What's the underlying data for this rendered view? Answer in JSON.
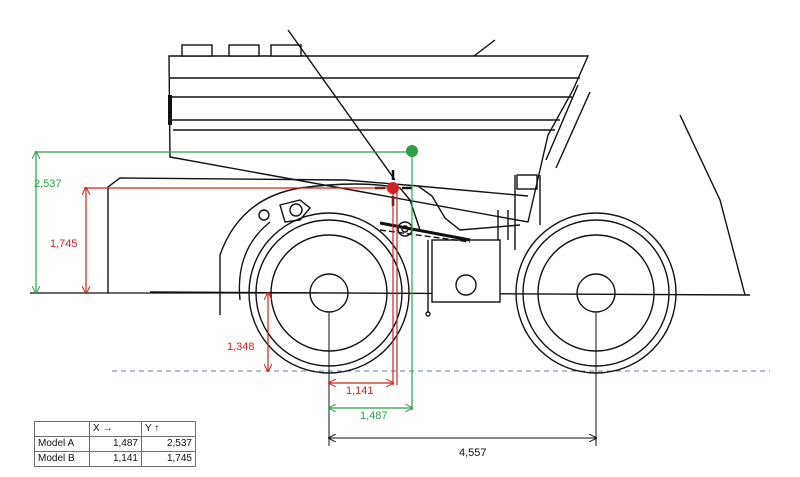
{
  "dimensions": {
    "model_a_height": "2,537",
    "model_b_height": "1,745",
    "axle_height": "1,348",
    "model_b_offset": "1,141",
    "model_a_offset": "1,487",
    "wheelbase": "4,557"
  },
  "table": {
    "headers": [
      "",
      "X →",
      "Y ↑"
    ],
    "rows": [
      [
        "Model A",
        "1,487",
        "2,537"
      ],
      [
        "Model B",
        "1,141",
        "1,745"
      ]
    ]
  },
  "colors": {
    "model_a": "#2aa04a",
    "model_b": "#d42020",
    "ground_line": "#5b7fb5",
    "drawing": "#111111"
  }
}
